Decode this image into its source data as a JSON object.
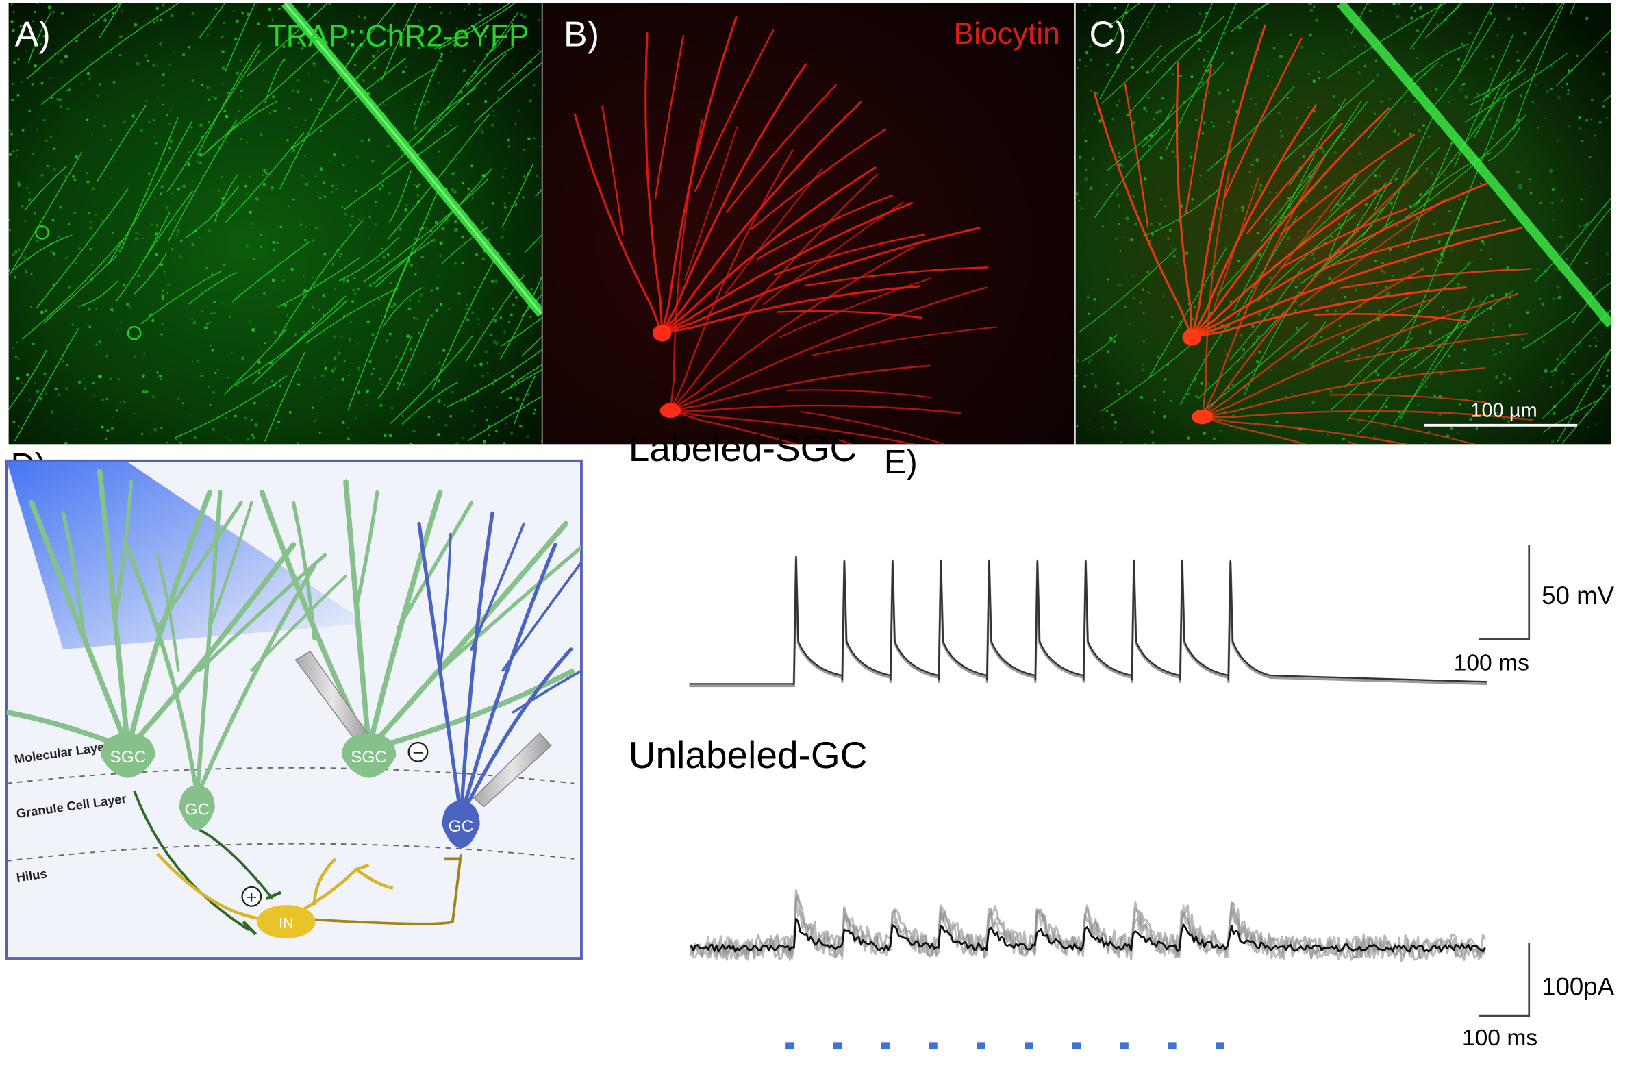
{
  "panels": {
    "a": {
      "letter": "A)",
      "stain": "TRAP::ChR2-eYFP"
    },
    "b": {
      "letter": "B)",
      "stain": "Biocytin"
    },
    "c": {
      "letter": "C)",
      "scalebar": "100 µm"
    },
    "d": {
      "letter": "D)",
      "layers": [
        "Molecular Layer",
        "Granule Cell Layer",
        "Hilus"
      ],
      "cells": {
        "sgc": "SGC",
        "gc": "GC",
        "in": "IN",
        "minus": "−",
        "plus": "+"
      }
    },
    "e": {
      "letter": "E)",
      "labeled_title": "Labeled-SGC",
      "unlabeled_title": "Unlabeled-GC",
      "vscale_top": "50 mV",
      "hscale_top": "100 ms",
      "vscale_bottom": "100pA",
      "hscale_bottom": "100 ms",
      "pulse_count": 10
    }
  },
  "colors": {
    "green": "#22d62a",
    "red": "#e21b12",
    "blue_pulse": "#3b74d8",
    "sgc": "#86c08a",
    "gc_blue": "#4a64c0",
    "interneuron": "#e8c42a"
  }
}
